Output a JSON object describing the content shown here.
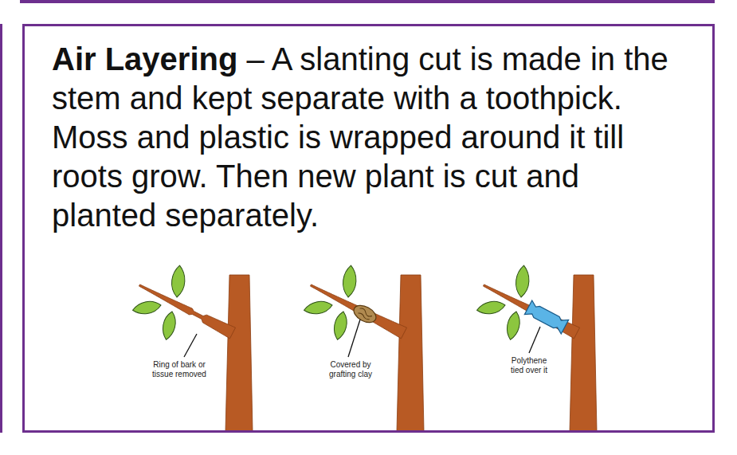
{
  "diagram": {
    "nodes": [
      {
        "text": [
          "Air Layering",
          "– A slanting cut is made in the stem and kept separate with a toothpick. Moss and plastic is wrapped around it till roots grow. Then new plant is cut and planted separately."
        ]
      }
    ],
    "labels": [
      "Ring of bark or tissue removed",
      "Covered by grafting clay",
      "Polythene tied over it"
    ]
  }
}
